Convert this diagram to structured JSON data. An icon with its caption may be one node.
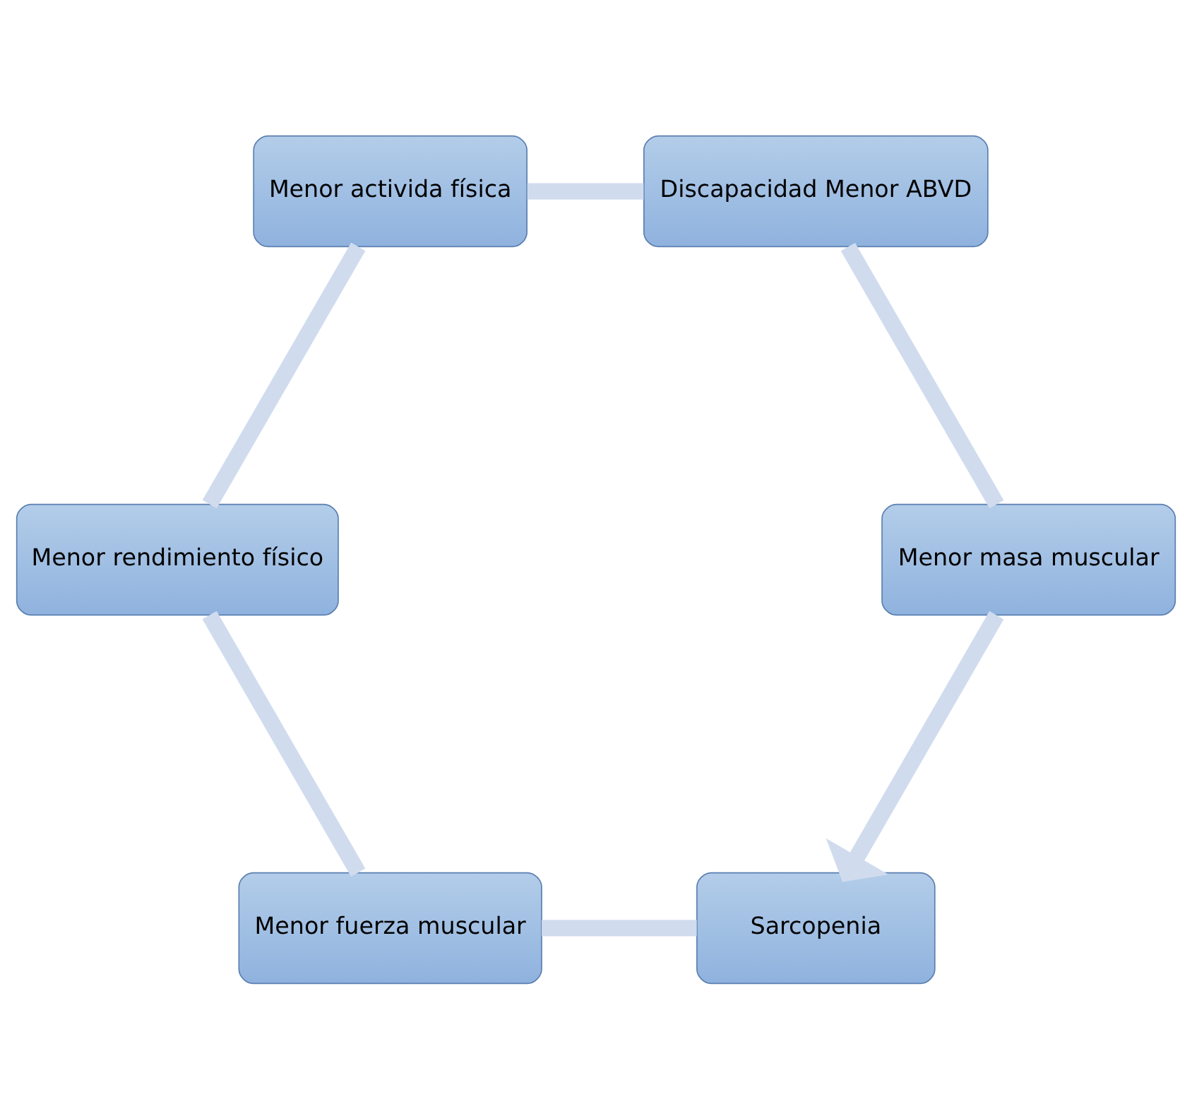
{
  "diagram": {
    "nodes": [
      {
        "text": [
          "Sarcopenia"
        ]
      },
      {
        "text": [
          "Menor fuerza muscular"
        ]
      },
      {
        "text": [
          "Menor rendimiento físico"
        ]
      },
      {
        "text": [
          "Menor activida física"
        ]
      },
      {
        "text": [
          "Discapacidad Menor ABVD"
        ]
      },
      {
        "text": [
          "Menor masa muscular"
        ]
      }
    ],
    "edges": [
      {
        "from": 0,
        "to": 1,
        "arrow": "none"
      },
      {
        "from": 1,
        "to": 2,
        "arrow": "none"
      },
      {
        "from": 2,
        "to": 3,
        "arrow": "none"
      },
      {
        "from": 3,
        "to": 4,
        "arrow": "none"
      },
      {
        "from": 4,
        "to": 5,
        "arrow": "none"
      },
      {
        "from": 5,
        "to": 0,
        "arrow": "to"
      }
    ]
  }
}
